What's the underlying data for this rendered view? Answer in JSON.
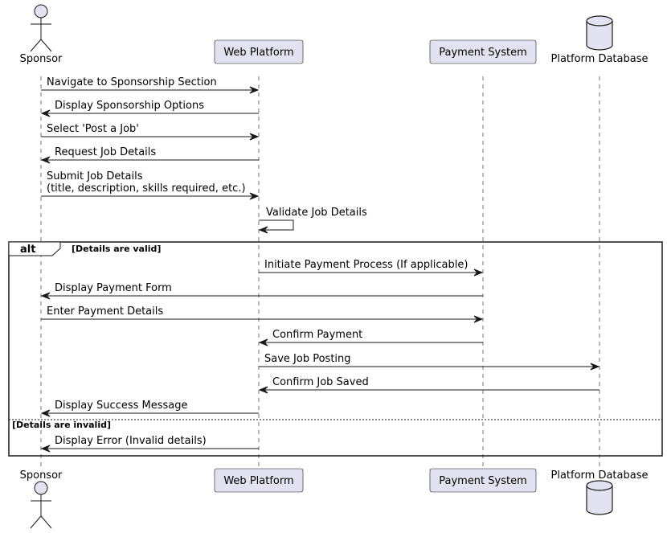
{
  "colors": {
    "participant_fill": "#E2E2F0",
    "participant_stroke": "#181818",
    "line": "#181818",
    "background": "#FFFFFF"
  },
  "participants": [
    {
      "name": "Sponsor",
      "kind": "actor"
    },
    {
      "name": "Web Platform",
      "kind": "participant"
    },
    {
      "name": "Payment System",
      "kind": "participant"
    },
    {
      "name": "Platform Database",
      "kind": "database"
    }
  ],
  "messages": [
    {
      "from": 0,
      "to": 1,
      "lines": [
        "Navigate to Sponsorship Section"
      ]
    },
    {
      "from": 1,
      "to": 0,
      "lines": [
        "Display Sponsorship Options"
      ]
    },
    {
      "from": 0,
      "to": 1,
      "lines": [
        "Select 'Post a Job'"
      ]
    },
    {
      "from": 1,
      "to": 0,
      "lines": [
        "Request Job Details"
      ]
    },
    {
      "from": 0,
      "to": 1,
      "lines": [
        "Submit Job Details",
        "(title, description, skills required, etc.)"
      ]
    },
    {
      "from": 1,
      "to": 1,
      "lines": [
        "Validate Job Details"
      ]
    },
    {
      "from": 1,
      "to": 2,
      "lines": [
        "Initiate Payment Process (If applicable)"
      ]
    },
    {
      "from": 2,
      "to": 0,
      "lines": [
        "Display Payment Form"
      ]
    },
    {
      "from": 0,
      "to": 2,
      "lines": [
        "Enter Payment Details"
      ]
    },
    {
      "from": 2,
      "to": 1,
      "lines": [
        "Confirm Payment"
      ]
    },
    {
      "from": 1,
      "to": 3,
      "lines": [
        "Save Job Posting"
      ]
    },
    {
      "from": 3,
      "to": 1,
      "lines": [
        "Confirm Job Saved"
      ]
    },
    {
      "from": 1,
      "to": 0,
      "lines": [
        "Display Success Message"
      ]
    },
    {
      "from": 1,
      "to": 0,
      "lines": [
        "Display Error (Invalid details)"
      ]
    }
  ],
  "alt_fragment": {
    "label": "alt",
    "branches": [
      {
        "condition": "[Details are valid]"
      },
      {
        "condition": "[Details are invalid]"
      }
    ]
  }
}
